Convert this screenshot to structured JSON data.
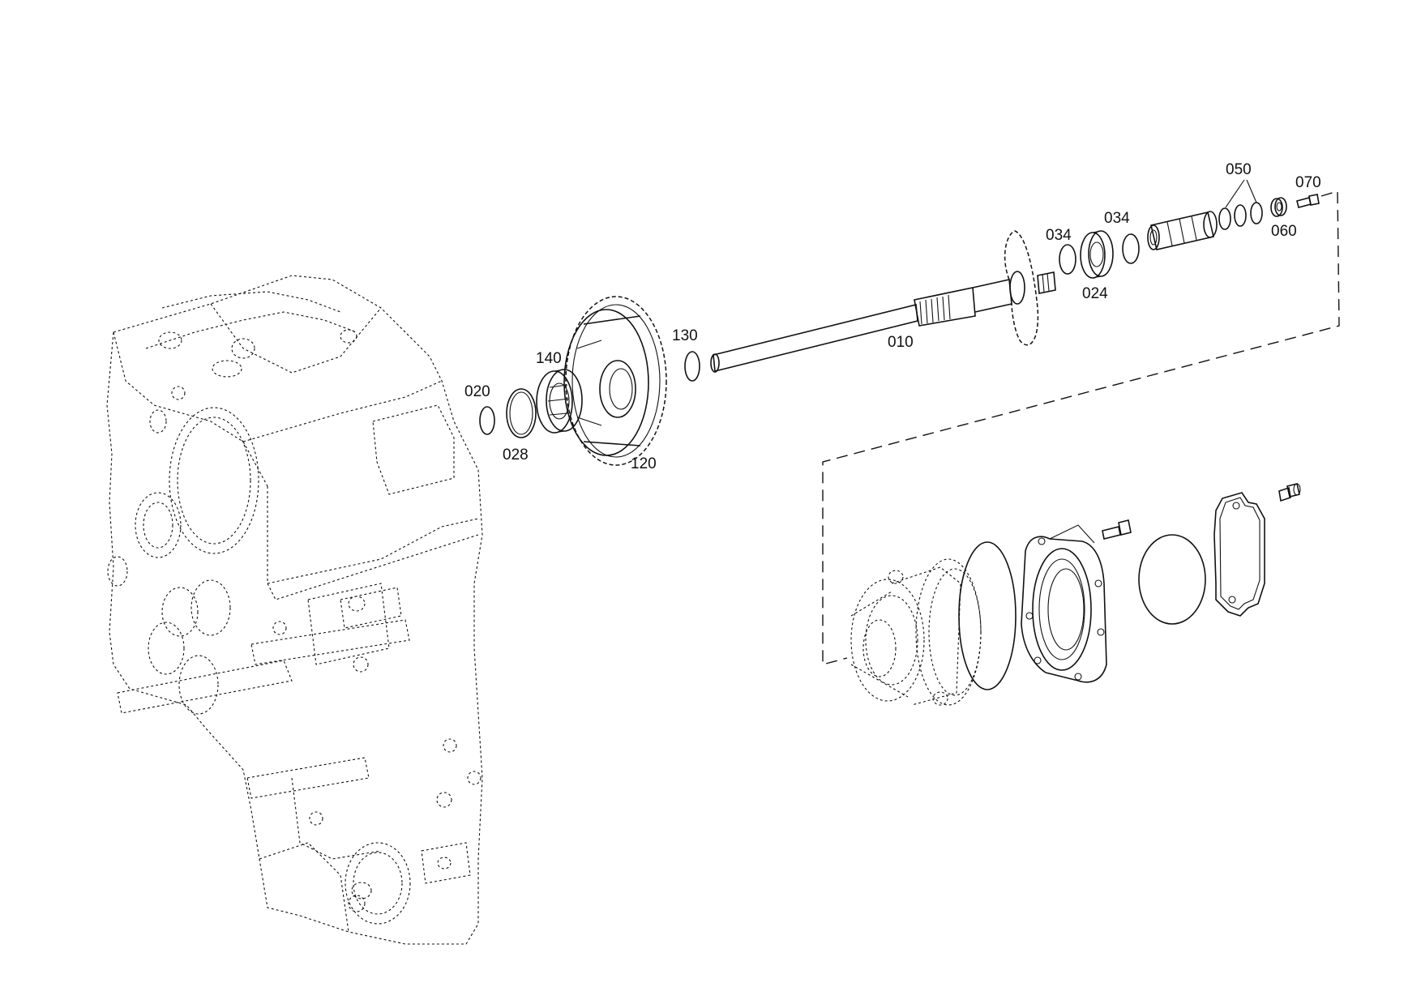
{
  "diagram": {
    "part_labels": {
      "p010": "010",
      "p020": "020",
      "p024": "024",
      "p028": "028",
      "p034a": "034",
      "p034b": "034",
      "p050": "050",
      "p060": "060",
      "p070": "070",
      "p120": "120",
      "p130": "130",
      "p140": "140"
    }
  }
}
